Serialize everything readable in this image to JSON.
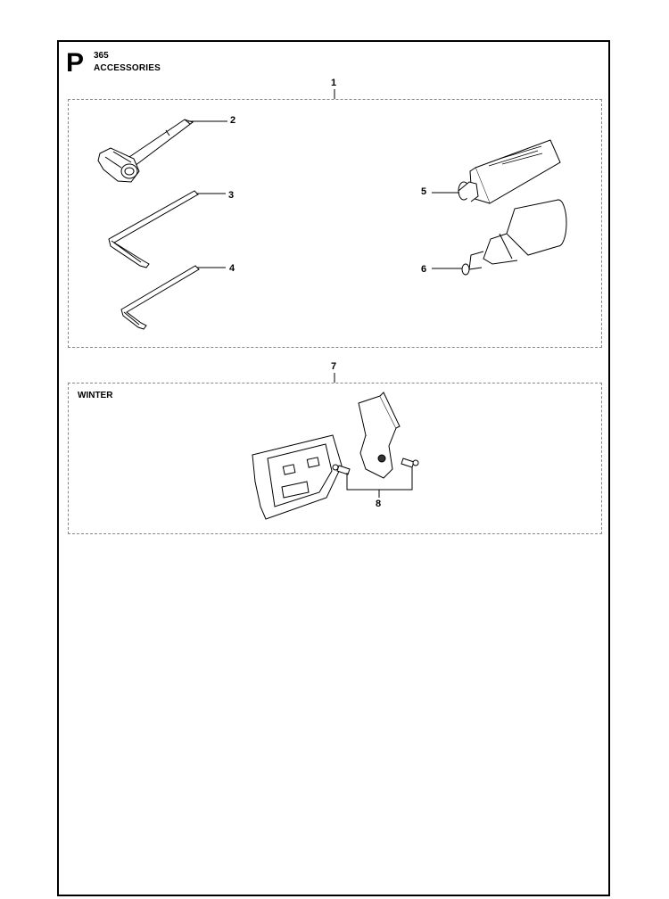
{
  "header": {
    "section_letter": "P",
    "model": "365",
    "title": "ACCESSORIES"
  },
  "groups": [
    {
      "callout": "1"
    },
    {
      "callout": "7",
      "label": "WINTER"
    }
  ],
  "callouts": {
    "c2": "2",
    "c3": "3",
    "c4": "4",
    "c5": "5",
    "c6": "6",
    "c8": "8"
  }
}
